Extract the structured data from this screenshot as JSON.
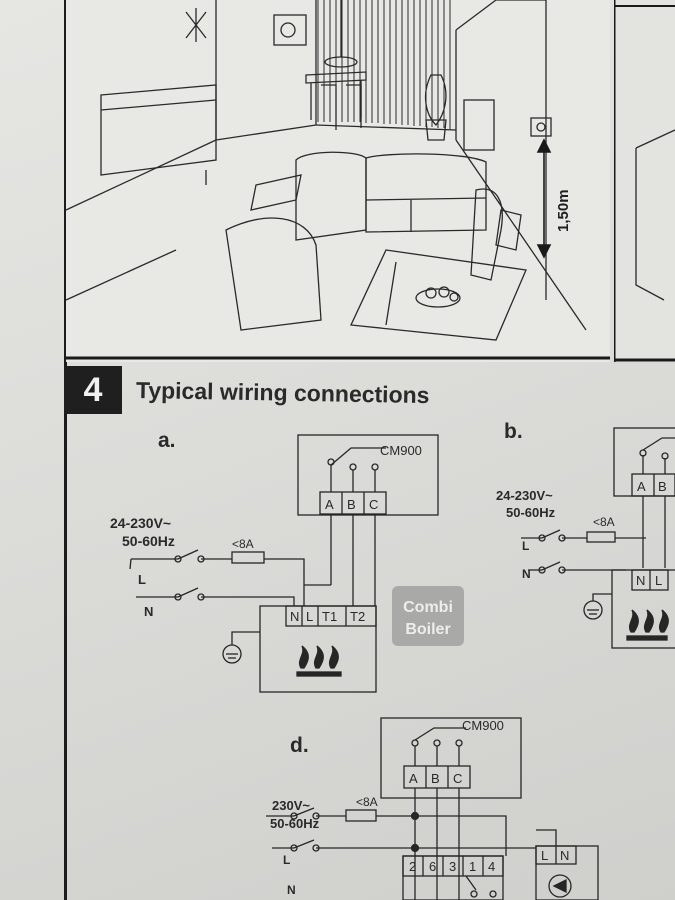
{
  "section": {
    "number": "4",
    "title": "Typical wiring connections"
  },
  "illustration": {
    "height_marker": "1,50m"
  },
  "diagram_a": {
    "label": "a.",
    "supply_voltage": "24-230V~",
    "supply_freq": "50-60Hz",
    "fuse": "<8A",
    "line_label": "L",
    "neutral_label": "N",
    "device_name": "CM900",
    "device_terminals": [
      "A",
      "B",
      "C"
    ],
    "boiler_terminals": [
      "N",
      "L",
      "T1",
      "T2"
    ],
    "boiler_type_line1": "Combi",
    "boiler_type_line2": "Boiler"
  },
  "diagram_b": {
    "label": "b.",
    "supply_voltage": "24-230V~",
    "supply_freq": "50-60Hz",
    "fuse": "<8A",
    "line_label": "L",
    "neutral_label": "N",
    "device_terminals": [
      "A",
      "B"
    ],
    "boiler_terminals": [
      "N",
      "L"
    ]
  },
  "diagram_d": {
    "label": "d.",
    "supply_voltage": "230V~",
    "supply_freq": "50-60Hz",
    "fuse": "<8A",
    "line_label": "L",
    "neutral_label": "N",
    "device_name": "CM900",
    "device_terminals": [
      "A",
      "B",
      "C"
    ],
    "relay_terminals": [
      "2",
      "6",
      "3",
      "1",
      "4"
    ],
    "pump_terminals": [
      "L",
      "N"
    ]
  },
  "colors": {
    "ink": "#2a2a2a",
    "badge": "#1f1f1f",
    "combi_box": "#a9a9a7"
  }
}
